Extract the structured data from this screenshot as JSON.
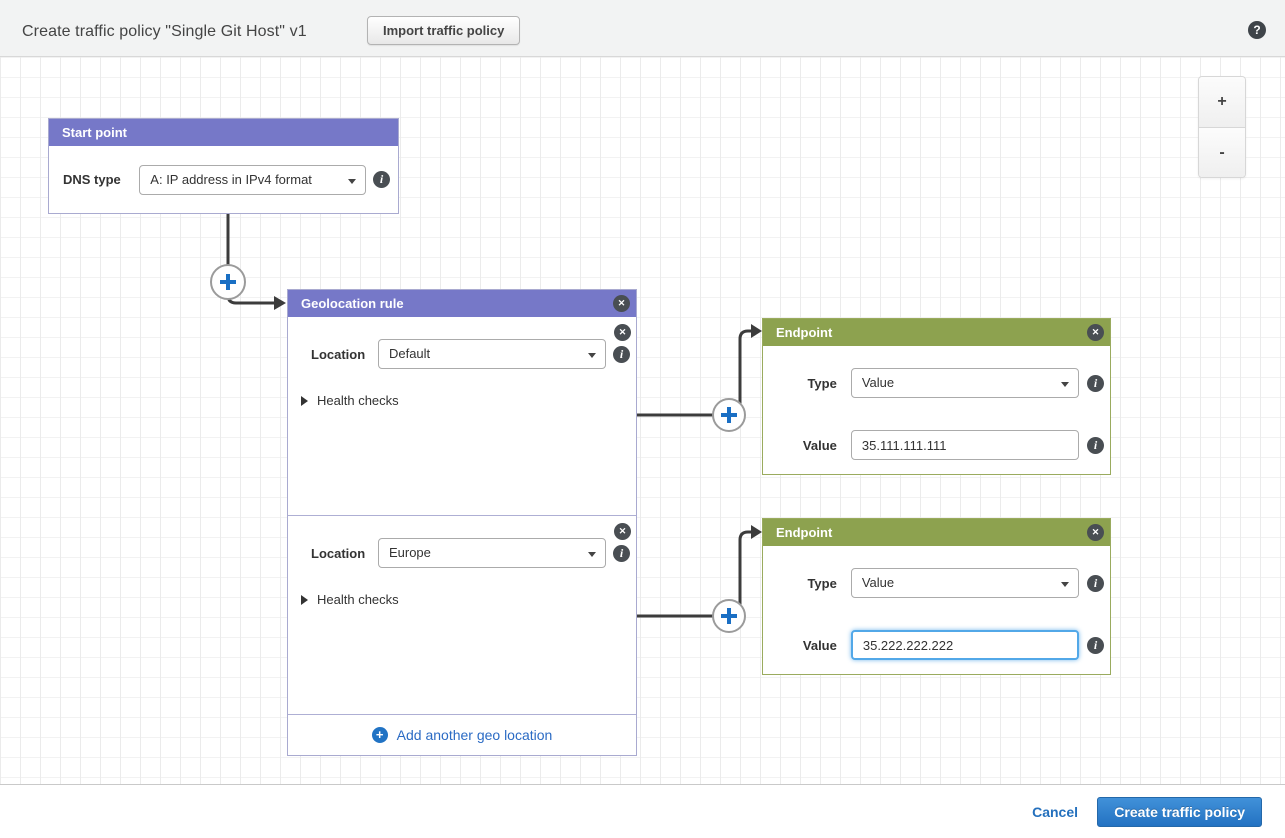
{
  "header": {
    "title": "Create traffic policy \"Single Git Host\" v1",
    "import_button": "Import traffic policy",
    "help": "?"
  },
  "canvas": {
    "zoom_in": "+",
    "zoom_out": "-",
    "start_point": {
      "title": "Start point",
      "dns_type_label": "DNS type",
      "dns_type_value": "A: IP address in IPv4 format"
    },
    "geolocation_rule": {
      "title": "Geolocation rule",
      "sections": [
        {
          "location_label": "Location",
          "location_value": "Default",
          "health_checks_label": "Health checks"
        },
        {
          "location_label": "Location",
          "location_value": "Europe",
          "health_checks_label": "Health checks"
        }
      ],
      "add_link": "Add another geo location"
    },
    "endpoints": [
      {
        "title": "Endpoint",
        "type_label": "Type",
        "type_value": "Value",
        "value_label": "Value",
        "value": "35.111.111.111",
        "focused": false
      },
      {
        "title": "Endpoint",
        "type_label": "Type",
        "type_value": "Value",
        "value_label": "Value",
        "value": "35.222.222.222",
        "focused": true
      }
    ]
  },
  "footer": {
    "cancel": "Cancel",
    "create_button": "Create traffic policy"
  },
  "icons": {
    "close": "✕",
    "info": "i",
    "plus": "+"
  },
  "colors": {
    "purple_header": "#7678c8",
    "green_header": "#8da24f",
    "connector": "#3c3c3c",
    "accent_blue": "#1a6fc4",
    "link_blue": "#2b6bc4",
    "button_blue": "#2372c2"
  }
}
